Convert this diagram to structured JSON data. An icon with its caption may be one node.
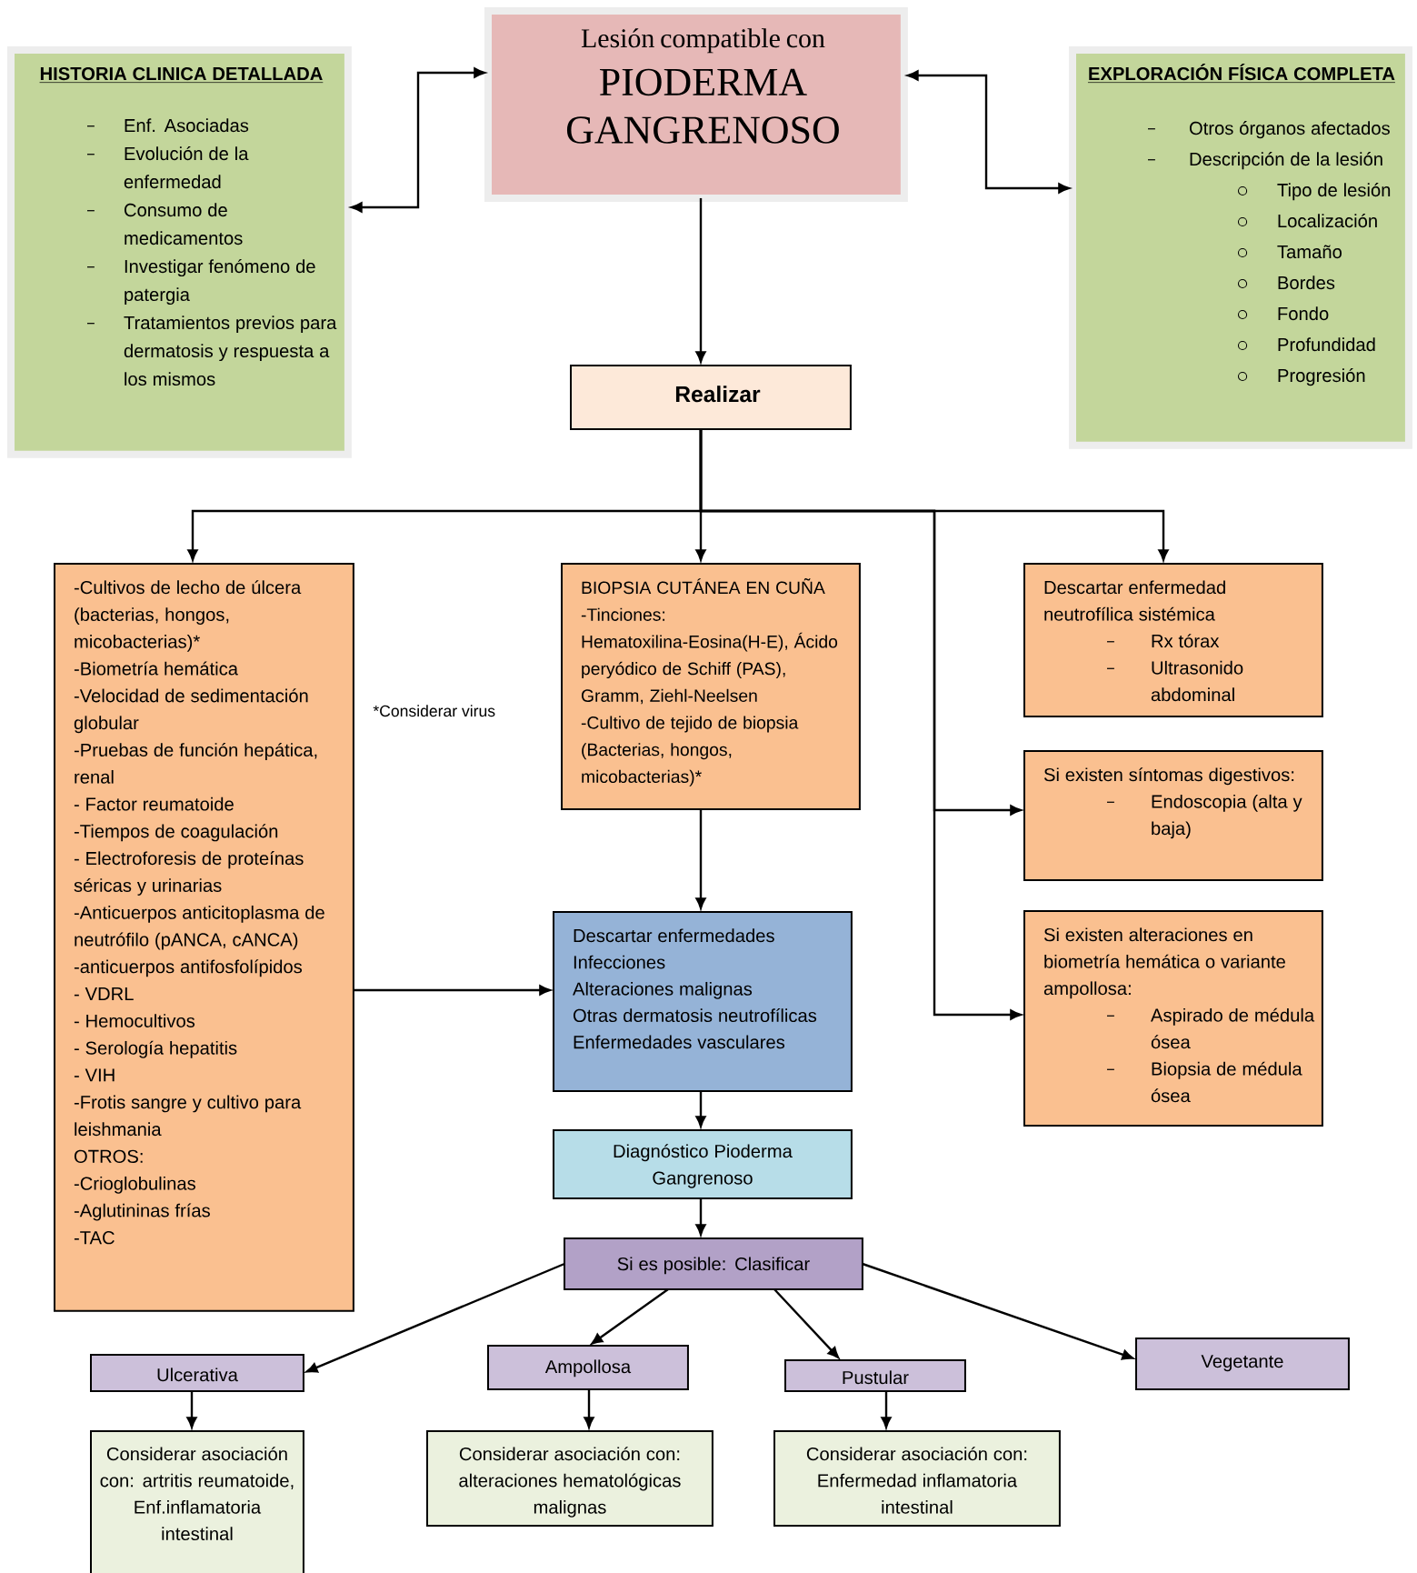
{
  "diagram": {
    "nodes": [
      {
        "text": [
          "HISTORIA CLINICA DETALLADA",
          "Enf. Asociadas",
          "Evolución de la enfermedad",
          "Consumo de medicamentos",
          "Investigar fenómeno de patergia",
          "Tratamientos previos para dermatosis y respuesta a los mismos"
        ]
      },
      {
        "text": [
          "Lesión compatible con",
          "PIODERMA GANGRENOSO"
        ]
      },
      {
        "text": [
          "EXPLORACIÓN FÍSICA COMPLETA",
          "Otros órganos afectados",
          "Descripción de la lesión",
          "Tipo de lesión",
          "Localización",
          "Tamaño",
          "Bordes",
          "Fondo",
          "Profundidad",
          "Progresión"
        ]
      },
      {
        "text": [
          "Realizar"
        ]
      },
      {
        "text": [
          "-Cultivos de lecho de úlcera (bacterias, hongos, micobacterias)*",
          "-Biometría hemática",
          "-Velocidad de sedimentación globular",
          "-Pruebas de función hepática, renal",
          "- Factor reumatoide",
          "-Tiempos de coagulación",
          "- Electroforesis de proteínas séricas y urinarias",
          "-Anticuerpos anticitoplasma de neutrófilo (pANCA, cANCA)",
          "-anticuerpos antifosfolípidos",
          "- VDRL",
          "- Hemocultivos",
          "- Serología hepatitis",
          "- VIH",
          "-Frotis sangre y cultivo para leishmania",
          "OTROS:",
          "-Crioglobulinas",
          "-Aglutininas frías",
          "-TAC"
        ]
      },
      {
        "text": [
          "BIOPSIA CUTÁNEA EN CUÑA",
          "-Tinciones: Hematoxilina-Eosina(H-E), Ácido peryódico de Schiff (PAS), Gramm, Ziehl-Neelsen",
          "-Cultivo de tejido de biopsia (Bacterias, hongos, micobacterias)*"
        ]
      },
      {
        "text": [
          "Descartar enfermedad neutrofílica sistémica",
          "Rx tórax",
          "Ultrasonido abdominal"
        ]
      },
      {
        "text": [
          "Si existen síntomas digestivos:",
          "Endoscopia (alta y baja)"
        ]
      },
      {
        "text": [
          "Si existen alteraciones en biometría hemática o variante ampollosa:",
          "Aspirado de médula ósea",
          "Biopsia de médula ósea"
        ]
      },
      {
        "text": [
          "Descartar enfermedades",
          "Infecciones",
          "Alteraciones malignas",
          "Otras dermatosis neutrofílicas",
          "Enfermedades vasculares"
        ]
      },
      {
        "text": [
          "Diagnóstico Pioderma Gangrenoso"
        ]
      },
      {
        "text": [
          "Si es posible: Clasificar"
        ]
      },
      {
        "text": [
          "Ulcerativa"
        ]
      },
      {
        "text": [
          "Ampollosa"
        ]
      },
      {
        "text": [
          "Pustular"
        ]
      },
      {
        "text": [
          "Vegetante"
        ]
      },
      {
        "text": [
          "Considerar asociación con: artritis reumatoide, Enf.inflamatoria intestinal"
        ]
      },
      {
        "text": [
          "Considerar asociación con: alteraciones hematológicas malignas"
        ]
      },
      {
        "text": [
          "Considerar asociación con: Enfermedad inflamatoria intestinal"
        ]
      }
    ],
    "edges": [
      {
        "from": 1,
        "to": 0,
        "arrow": "both"
      },
      {
        "from": 1,
        "to": 2,
        "arrow": "both"
      },
      {
        "from": 1,
        "to": 3,
        "arrow": "to"
      },
      {
        "from": 3,
        "to": 4,
        "arrow": "to"
      },
      {
        "from": 3,
        "to": 5,
        "arrow": "to"
      },
      {
        "from": 3,
        "to": 6,
        "arrow": "to"
      },
      {
        "from": 3,
        "to": 7,
        "arrow": "to"
      },
      {
        "from": 3,
        "to": 8,
        "arrow": "to"
      },
      {
        "from": 5,
        "to": 9,
        "arrow": "to"
      },
      {
        "from": 4,
        "to": 9,
        "arrow": "to"
      },
      {
        "from": 9,
        "to": 10,
        "arrow": "to"
      },
      {
        "from": 10,
        "to": 11,
        "arrow": "to"
      },
      {
        "from": 11,
        "to": 12,
        "arrow": "to"
      },
      {
        "from": 11,
        "to": 13,
        "arrow": "to"
      },
      {
        "from": 11,
        "to": 14,
        "arrow": "to"
      },
      {
        "from": 11,
        "to": 15,
        "arrow": "to"
      },
      {
        "from": 12,
        "to": 16,
        "arrow": "to"
      },
      {
        "from": 13,
        "to": 17,
        "arrow": "to"
      },
      {
        "from": 14,
        "to": 18,
        "arrow": "to"
      }
    ],
    "labels": [
      "*Considerar virus"
    ]
  }
}
